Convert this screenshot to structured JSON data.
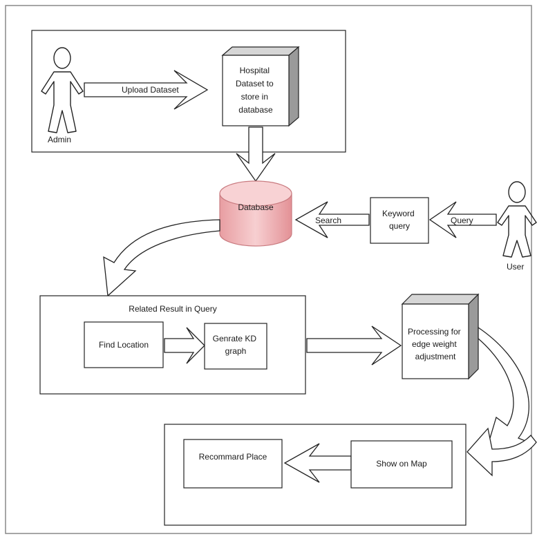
{
  "admin_label": "Admin",
  "user_label": "User",
  "upload_label": "Upload Dataset",
  "hospital_box": [
    "Hospital",
    "Dataset to",
    "store in",
    "database"
  ],
  "database_label": "Database",
  "search_label": "Search",
  "keyword_box": [
    "Keyword",
    "query"
  ],
  "query_label": "Query",
  "related_title": "Related Result in Query",
  "find_location": "Find Location",
  "generate_kd": [
    "Genrate KD",
    "graph"
  ],
  "processing_box": [
    "Processing for",
    "edge weight",
    "adjustment"
  ],
  "recommend_place": "Recommard Place",
  "show_on_map": "Show on Map",
  "colors": {
    "line": "#222222",
    "cube_side": "#9a9a9a",
    "cube_top": "#d6d6d6",
    "db_fill": "#f0b4b7",
    "db_top": "#f8d2d4",
    "db_stroke": "#c97b80"
  }
}
